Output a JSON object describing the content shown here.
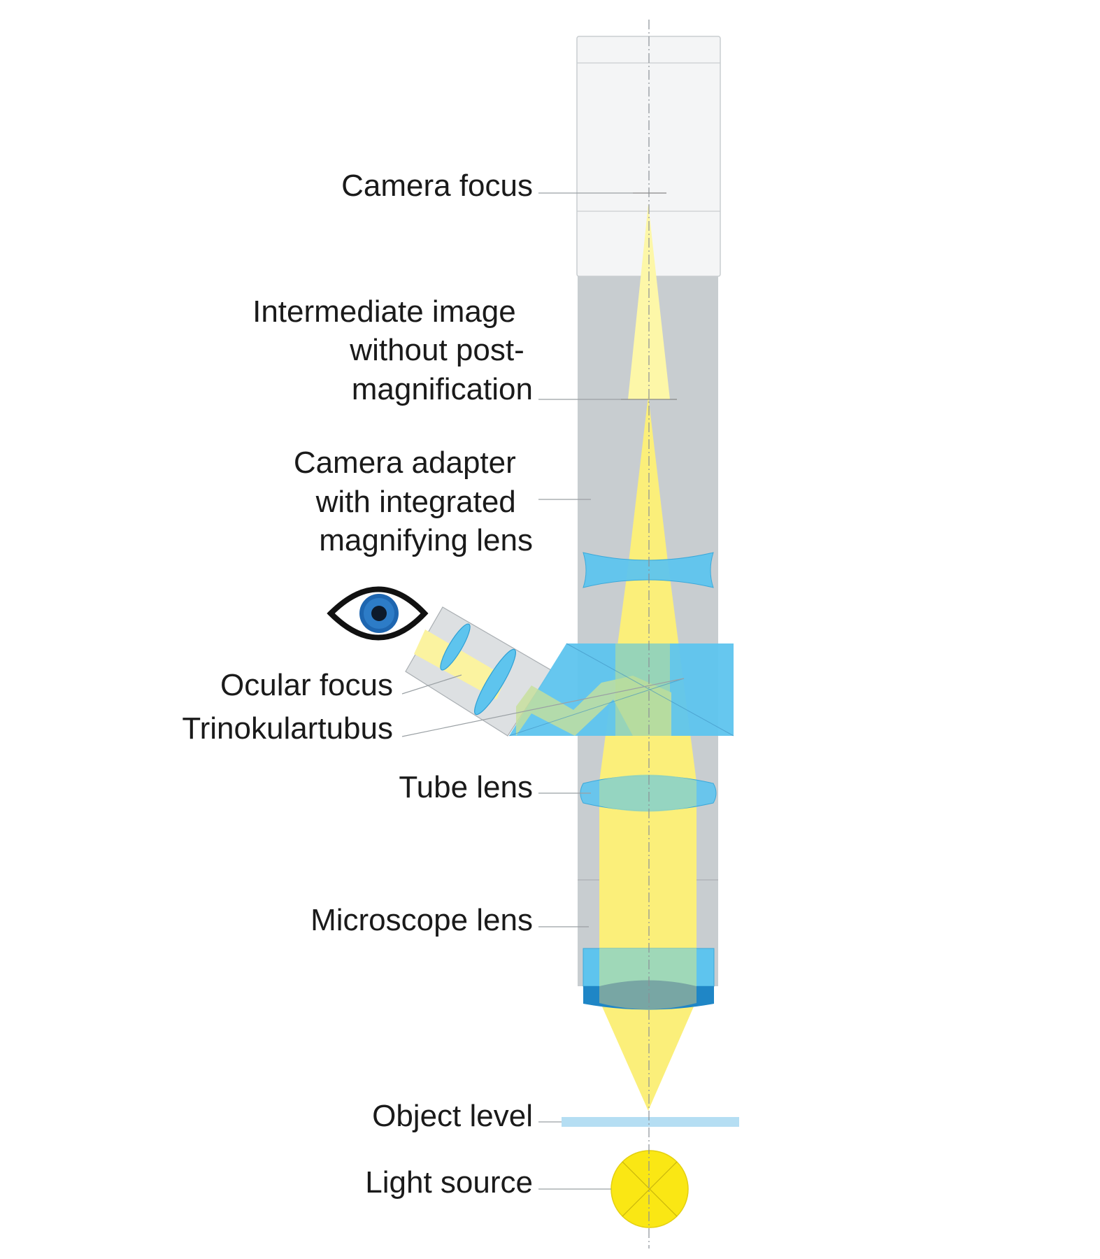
{
  "labels": {
    "camera_focus": "Camera focus",
    "intermediate_image": [
      "Intermediate image",
      "without post-",
      "magnification"
    ],
    "camera_adapter": [
      "Camera adapter",
      "with integrated",
      "magnifying lens"
    ],
    "ocular_focus": "Ocular focus",
    "trinocular_tube": "Trinokulartubus",
    "tube_lens": "Tube lens",
    "microscope_lens": "Microscope lens",
    "object_level": "Object level",
    "light_source": "Light source"
  },
  "colors": {
    "camera_body": "#f4f5f6",
    "tube_body": "#c8cdd0",
    "light_beam": "#fbef7a",
    "lens": "#5ec4ee",
    "lens_dark": "#1f86c6",
    "prism": "#5ec4ee",
    "eye_iris": "#1e66b0",
    "light_source": "#fae714",
    "object_slide": "#b5def3"
  }
}
